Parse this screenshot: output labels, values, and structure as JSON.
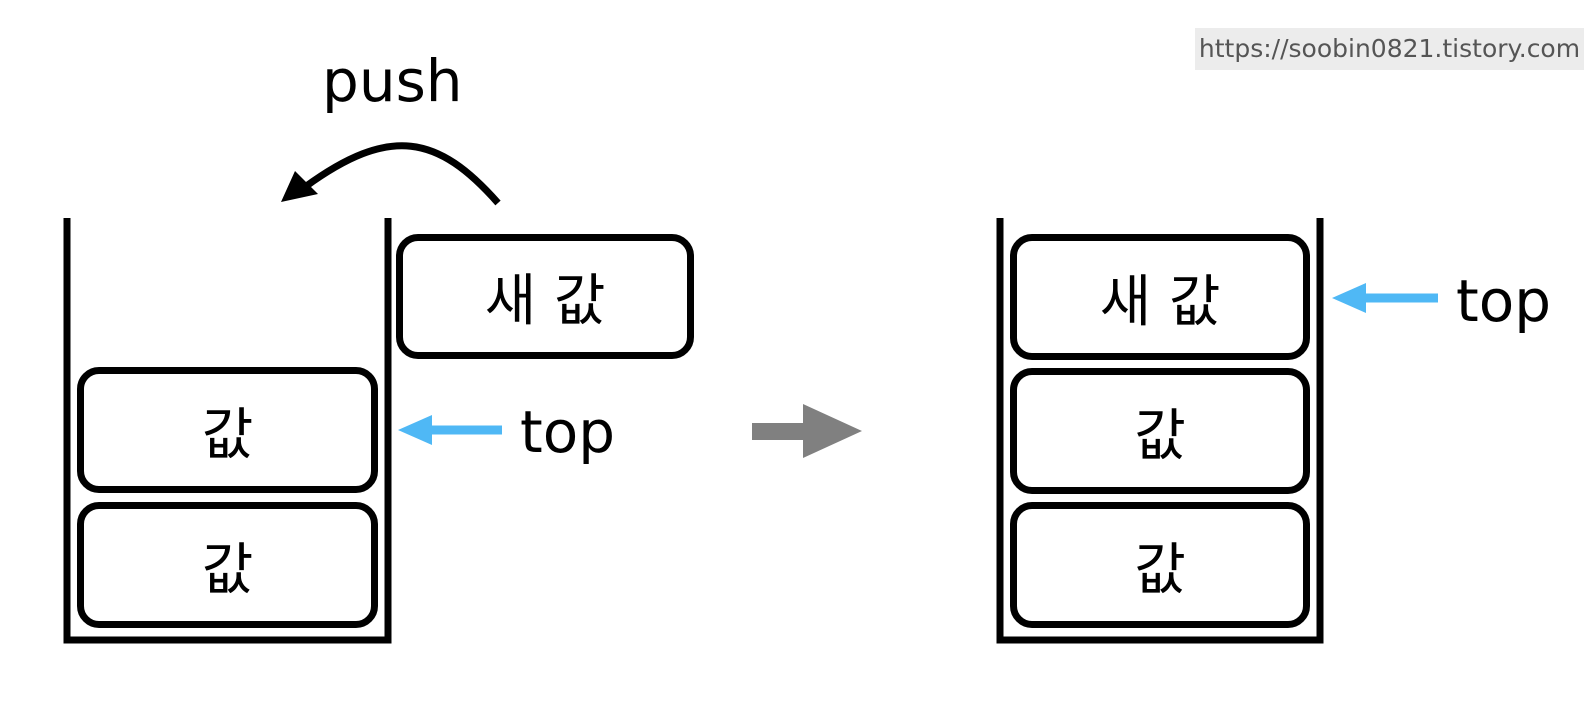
{
  "watermark": "https://soobin0821.tistory.com",
  "before": {
    "push_label": "push",
    "new_value": "새 값",
    "stack_items": [
      "값",
      "값"
    ],
    "top_label": "top"
  },
  "after": {
    "stack_items": [
      "새 값",
      "값",
      "값"
    ],
    "top_label": "top"
  },
  "colors": {
    "top_arrow": "#4fb8f5",
    "transition_arrow": "#808080",
    "stroke": "#000000"
  }
}
